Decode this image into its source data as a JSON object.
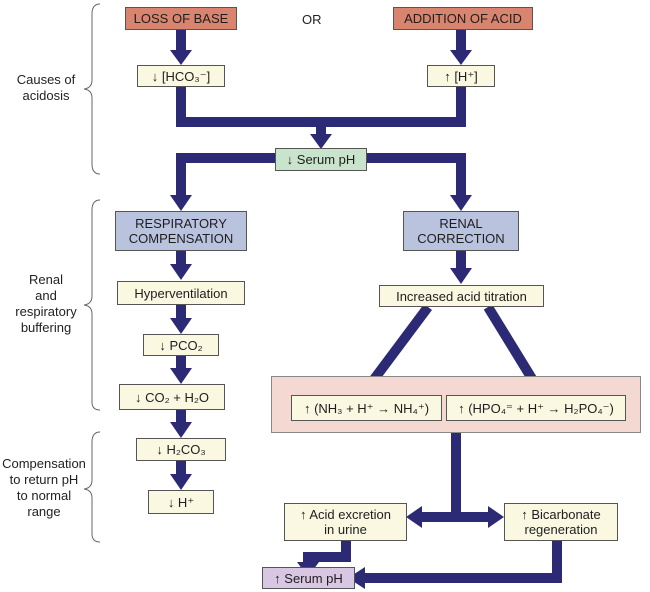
{
  "labels": {
    "or": "OR",
    "causes": [
      "Causes of",
      "acidosis"
    ],
    "renal_resp": [
      "Renal",
      "and",
      "respiratory",
      "buffering"
    ],
    "compensation": [
      "Compensation",
      "to return pH",
      "to normal",
      "range"
    ]
  },
  "nodes": {
    "loss_of_base": "LOSS OF BASE",
    "addition_of_acid": "ADDITION OF ACID",
    "dec_hco3": "↓ [HCO₃⁻]",
    "inc_h": "↑ [H⁺]",
    "dec_serum_ph": "↓ Serum pH",
    "respiratory_compensation": [
      "RESPIRATORY",
      "COMPENSATION"
    ],
    "renal_correction": [
      "RENAL",
      "CORRECTION"
    ],
    "hyperventilation": "Hyperventilation",
    "increased_acid_titration": "Increased acid titration",
    "dec_pco2": "↓ PCO₂",
    "dec_co2_h2o": "↓ CO₂ + H₂O",
    "nh3_reaction": "↑ (NH₃ + H⁺ → NH₄⁺)",
    "hpo4_reaction": "↑ (HPO₄⁼ + H⁺ → H₂PO₄⁻)",
    "dec_h2co3": "↓ H₂CO₃",
    "dec_h": "↓ H⁺",
    "acid_excretion": [
      "↑ Acid excretion",
      "in urine"
    ],
    "bicarbonate_regeneration": [
      "↑ Bicarbonate",
      "regeneration"
    ],
    "inc_serum_ph": "↑ Serum pH"
  },
  "colors": {
    "arrow": "#2c2a74",
    "cream": "#fbf8e2",
    "salmon": "#d9846e",
    "green": "#c9e4cc",
    "blue": "#b9c3de",
    "lilac": "#d8c6e2",
    "pink_panel": "#f3d9d2"
  }
}
